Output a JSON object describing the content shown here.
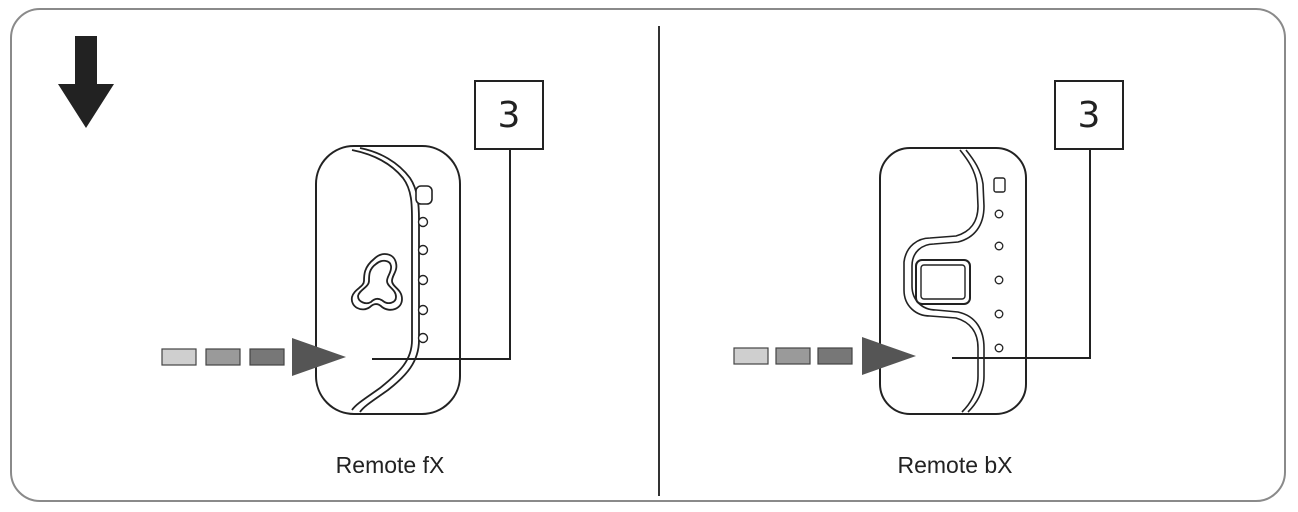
{
  "left_panel": {
    "caption": "Remote fX",
    "step_number": "3",
    "remote_type": "fX"
  },
  "right_panel": {
    "caption": "Remote bX",
    "step_number": "3",
    "remote_type": "bX"
  },
  "indicator": {
    "icon": "down-arrow-icon"
  },
  "colors": {
    "stroke": "#222222",
    "frame": "#8a8a8a",
    "dash1": "#cfcfcf",
    "dash2": "#9a9a9a",
    "dash3": "#777777",
    "arrow": "#555555"
  }
}
